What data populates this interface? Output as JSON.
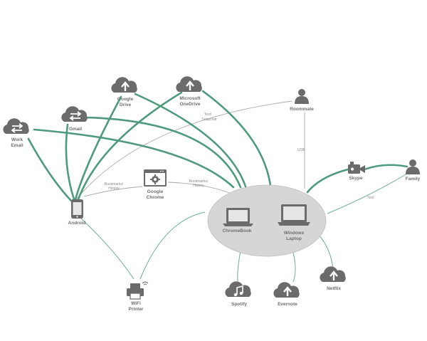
{
  "nodes": {
    "work_email": {
      "line1": "Work",
      "line2": "Email"
    },
    "gmail": {
      "line1": "Gmail"
    },
    "google_drive": {
      "line1": "Google",
      "line2": "Drive"
    },
    "microsoft_onedrive": {
      "line1": "Microsoft",
      "line2": "OneDrive"
    },
    "roommate": {
      "line1": "Roommate"
    },
    "android": {
      "line1": "Android"
    },
    "google_chrome": {
      "line1": "Google",
      "line2": "Chrome"
    },
    "chromebook": {
      "line1": "ChromeBook"
    },
    "windows_laptop": {
      "line1": "Windows",
      "line2": "Laptop"
    },
    "skype": {
      "line1": "Skype"
    },
    "family": {
      "line1": "Family"
    },
    "wifi_printer": {
      "line1": "WiFi",
      "line2": "Printer"
    },
    "spotify": {
      "line1": "Spotify"
    },
    "evernote": {
      "line1": "Evernote"
    },
    "netflix": {
      "line1": "Netflix"
    }
  },
  "edge_labels": {
    "text_snapchat": {
      "line1": "Text/",
      "line2": "Snapchat"
    },
    "usb": "USB",
    "text": "Text",
    "bookmarks_history_left": {
      "line1": "Bookmarks/",
      "line2": "History"
    },
    "bookmarks_history_right": {
      "line1": "Bookmarks/",
      "line2": "History"
    }
  },
  "colors": {
    "connection_green": "#4d9a7c",
    "icon_gray": "#6b6b6b",
    "hub_fill": "#d6d6d6"
  }
}
